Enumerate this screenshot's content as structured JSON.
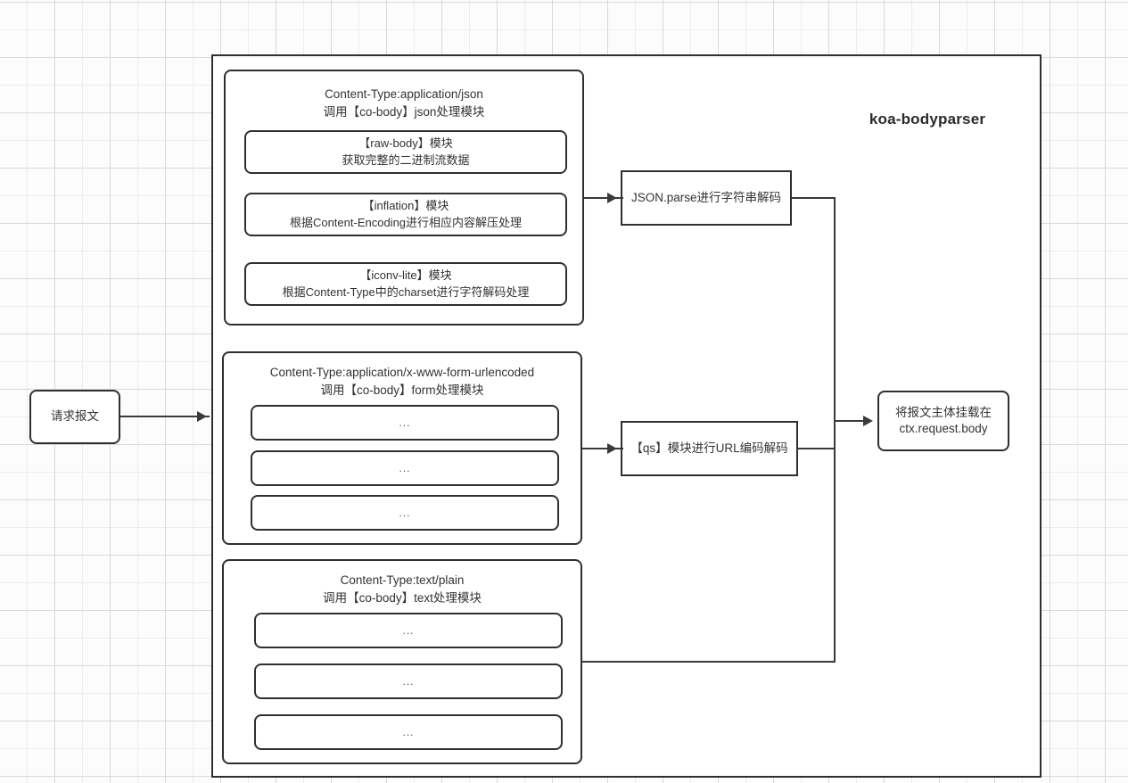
{
  "diagram": {
    "title": "koa-bodyparser",
    "background": "#fcfcfc",
    "stroke_color": "#2f2f2f",
    "text_color": "#333333"
  },
  "input_node": {
    "label": "请求报文"
  },
  "groups": [
    {
      "id": "json",
      "title": "Content-Type:application/json\n调用【co-body】json处理模块",
      "items": [
        {
          "label": "【raw-body】模块\n获取完整的二进制流数据"
        },
        {
          "label": "【inflation】模块\n根据Content-Encoding进行相应内容解压处理"
        },
        {
          "label": "【iconv-lite】模块\n根据Content-Type中的charset进行字符解码处理"
        }
      ]
    },
    {
      "id": "form",
      "title": "Content-Type:application/x-www-form-urlencoded\n调用【co-body】form处理模块",
      "items": [
        {
          "label": "..."
        },
        {
          "label": "..."
        },
        {
          "label": "..."
        }
      ]
    },
    {
      "id": "text",
      "title": "Content-Type:text/plain\n调用【co-body】text处理模块",
      "items": [
        {
          "label": "..."
        },
        {
          "label": "..."
        },
        {
          "label": "..."
        }
      ]
    }
  ],
  "processors": [
    {
      "id": "jsonparse",
      "label": "JSON.parse进行字符串解码"
    },
    {
      "id": "qs",
      "label": "【qs】模块进行URL编码解码"
    }
  ],
  "output_node": {
    "label": "将报文主体挂载在\nctx.request.body"
  }
}
